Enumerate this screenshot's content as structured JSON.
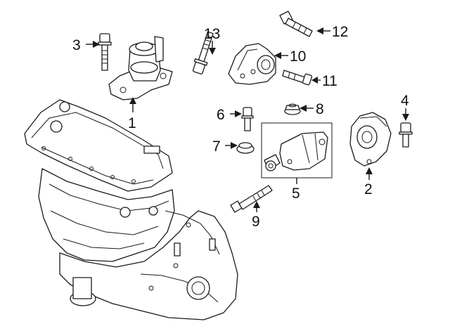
{
  "diagram": {
    "callouts": [
      "1",
      "2",
      "3",
      "4",
      "5",
      "6",
      "7",
      "8",
      "9",
      "10",
      "11",
      "12",
      "13"
    ]
  },
  "icons": {
    "engine": "engine-block-icon",
    "mount": "engine-mount-icon",
    "bolt": "bolt-icon",
    "nut": "flange-nut-icon"
  }
}
